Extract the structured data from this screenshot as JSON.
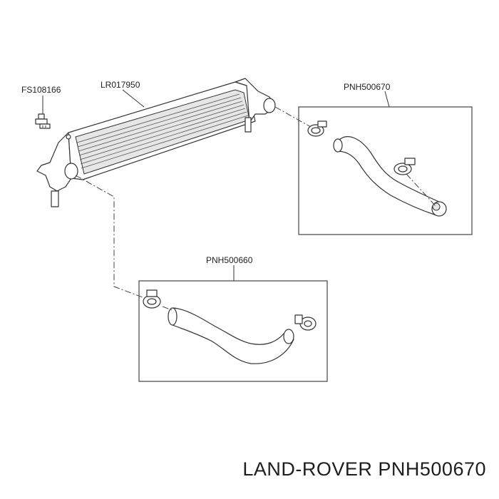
{
  "labels": {
    "bolt": "FS108166",
    "intercooler": "LR017950",
    "hose_upper": "PNH500670",
    "hose_lower": "PNH500660"
  },
  "caption": "LAND-ROVER PNH500670"
}
